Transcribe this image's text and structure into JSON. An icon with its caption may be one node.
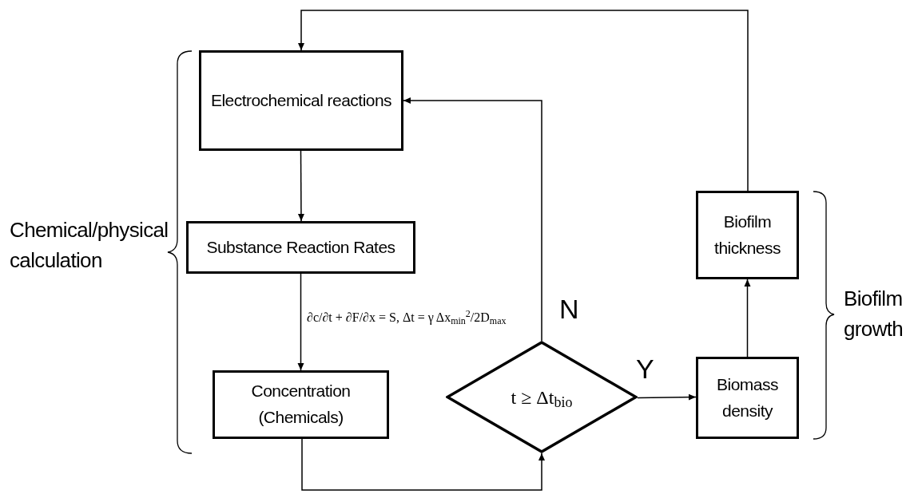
{
  "diagram": {
    "nodes": [
      {
        "text": [
          "Electrochemical reactions"
        ]
      },
      {
        "text": [
          "Substance Reaction Rates"
        ]
      },
      {
        "text": [
          "Concentration (Chemicals)"
        ]
      },
      {
        "text": [
          "t ≥ Δt$_{bio}$"
        ]
      },
      {
        "text": [
          "Biomass density"
        ]
      },
      {
        "text": [
          "Biofilm thickness"
        ]
      }
    ],
    "edges": [
      {
        "from": 0,
        "to": 1,
        "arrow": "to"
      },
      {
        "from": 1,
        "to": 2,
        "arrow": "to",
        "label": "∂c/∂t + ∂F/∂x = S, Δt = γ Δx$_{min}$$^{2}$/2D$_{max}$"
      },
      {
        "from": 2,
        "to": 3,
        "arrow": "to"
      },
      {
        "from": 3,
        "to": 0,
        "arrow": "to",
        "label": "N"
      },
      {
        "from": 3,
        "to": 4,
        "arrow": "to",
        "label": "Y"
      },
      {
        "from": 4,
        "to": 5,
        "arrow": "to"
      },
      {
        "from": 5,
        "to": 0,
        "arrow": "to"
      }
    ],
    "labels": [
      "Chemical/physical calculation",
      "Biofilm growth"
    ]
  }
}
